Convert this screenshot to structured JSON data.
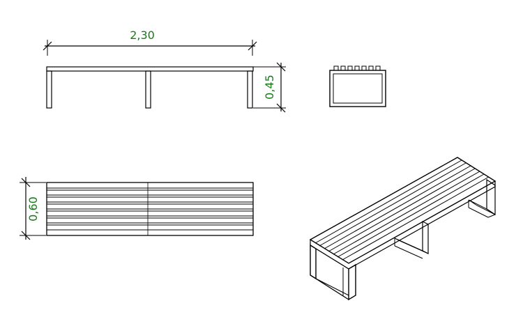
{
  "drawing": {
    "dimensions": {
      "length": "2,30",
      "height": "0,45",
      "depth": "0,60"
    },
    "colors": {
      "line": "#000000",
      "dimension_text": "#1a7a1a"
    },
    "views": [
      "front-elevation",
      "side-elevation",
      "plan-view",
      "isometric-view"
    ]
  }
}
